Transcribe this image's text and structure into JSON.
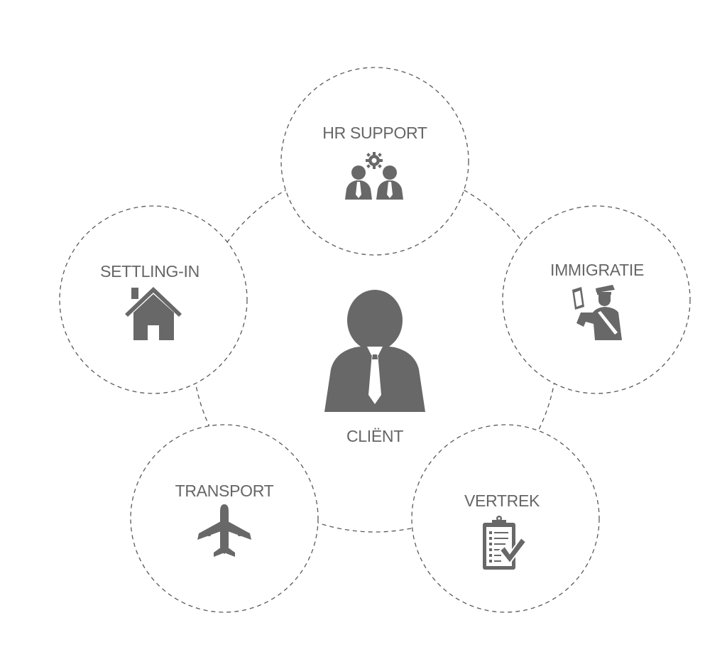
{
  "center": {
    "label": "CLIËNT",
    "icon": "businessman-icon"
  },
  "services": [
    {
      "id": "hr-support",
      "label": "HR SUPPORT",
      "icon": "team-gear-icon"
    },
    {
      "id": "immigratie",
      "label": "IMMIGRATIE",
      "icon": "customs-officer-icon"
    },
    {
      "id": "vertrek",
      "label": "VERTREK",
      "icon": "clipboard-checklist-icon"
    },
    {
      "id": "transport",
      "label": "TRANSPORT",
      "icon": "airplane-icon"
    },
    {
      "id": "settling-in",
      "label": "SETTLING-IN",
      "icon": "house-icon"
    }
  ],
  "colors": {
    "icon": "#686868",
    "text": "#666666",
    "dashes": "#5a5a5a",
    "background": "#ffffff"
  }
}
